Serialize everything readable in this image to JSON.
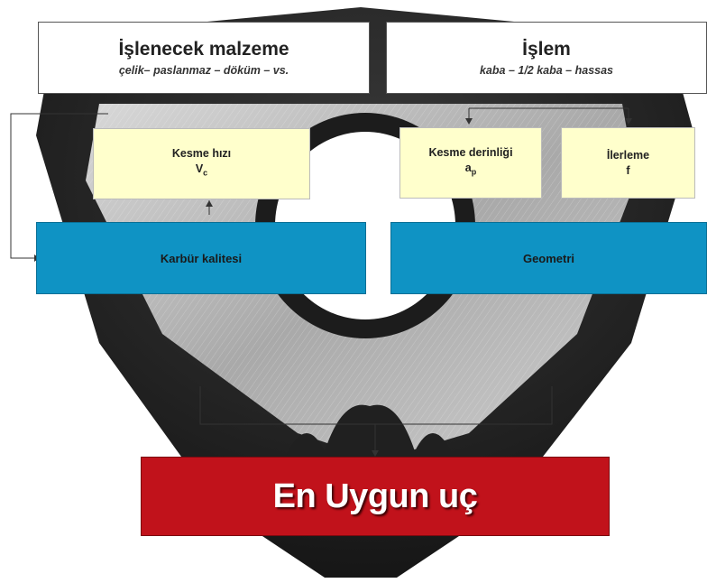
{
  "top_boxes": {
    "material": {
      "title": "İşlenecek malzeme",
      "subtitle": "çelik– paslanmaz – döküm – vs."
    },
    "operation": {
      "title": "İşlem",
      "subtitle": "kaba – 1/2 kaba – hassas"
    }
  },
  "params": {
    "cutting_speed": {
      "label": "Kesme hızı",
      "symbol": "V",
      "subscript": "c"
    },
    "cutting_depth": {
      "label": "Kesme derinliği",
      "symbol": "a",
      "subscript": "p"
    },
    "feed": {
      "label": "İlerleme",
      "symbol": "f"
    }
  },
  "middle_boxes": {
    "carbide_grade": "Karbür kalitesi",
    "geometry": "Geometri"
  },
  "result": {
    "label": "En Uygun uç"
  },
  "colors": {
    "param_fill": "#ffffcc",
    "blue_fill": "#0f93c4",
    "result_fill": "#c1121b",
    "insert_dark": "#1e1e1e",
    "insert_metal": "#b8b8b8"
  }
}
